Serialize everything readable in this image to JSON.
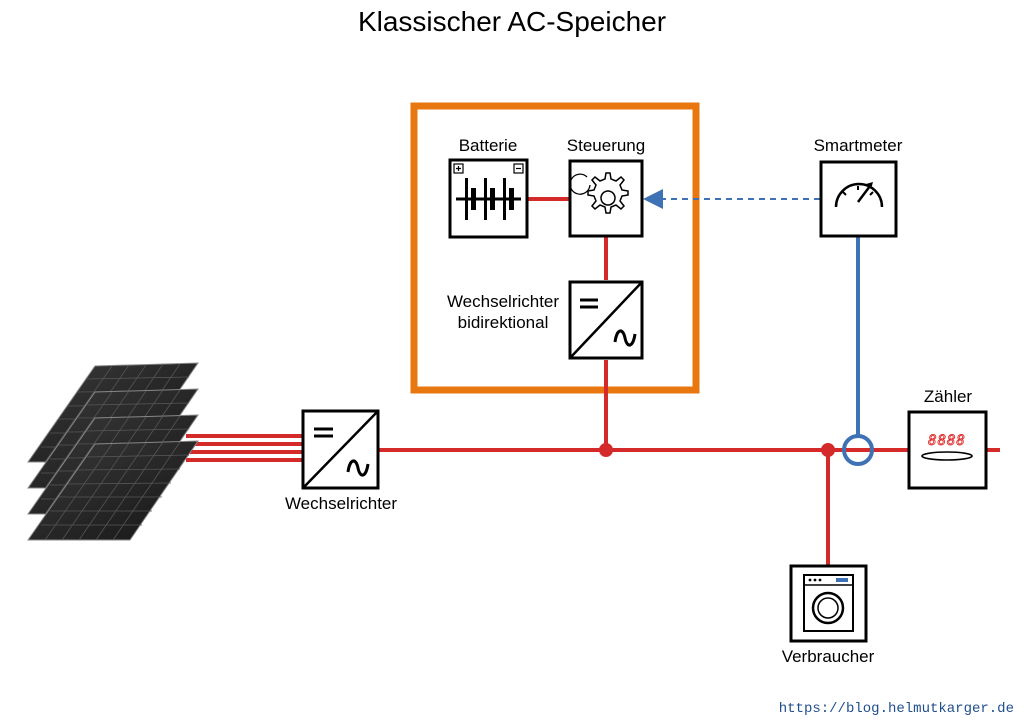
{
  "title": "Klassischer AC-Speicher",
  "components": {
    "battery": {
      "label": "Batterie",
      "icon": "battery-icon"
    },
    "control": {
      "label": "Steuerung",
      "icon": "gear-icon"
    },
    "bidirectional_inverter": {
      "label_line1": "Wechselrichter",
      "label_line2": "bidirektional",
      "icon": "inverter-icon"
    },
    "smartmeter": {
      "label": "Smartmeter",
      "icon": "gauge-icon"
    },
    "pv_inverter": {
      "label": "Wechselrichter",
      "icon": "inverter-icon"
    },
    "meter": {
      "label": "Zähler",
      "display": "8888",
      "icon": "electricity-meter-icon"
    },
    "consumer": {
      "label": "Verbraucher",
      "icon": "washing-machine-icon"
    },
    "solar_panels": {
      "icon": "solar-panel-icon"
    }
  },
  "colors": {
    "ac_line": "#d42a2a",
    "data_link": "#3f72b5",
    "storage_frame": "#e8770f",
    "meter_display": "#e03030"
  },
  "footer": {
    "url": "https://blog.helmutkarger.de"
  }
}
